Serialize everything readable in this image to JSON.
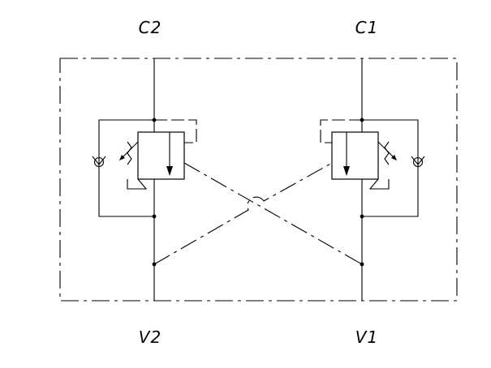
{
  "ports": {
    "c2": "C2",
    "c1": "C1",
    "v2": "V2",
    "v1": "V1"
  }
}
